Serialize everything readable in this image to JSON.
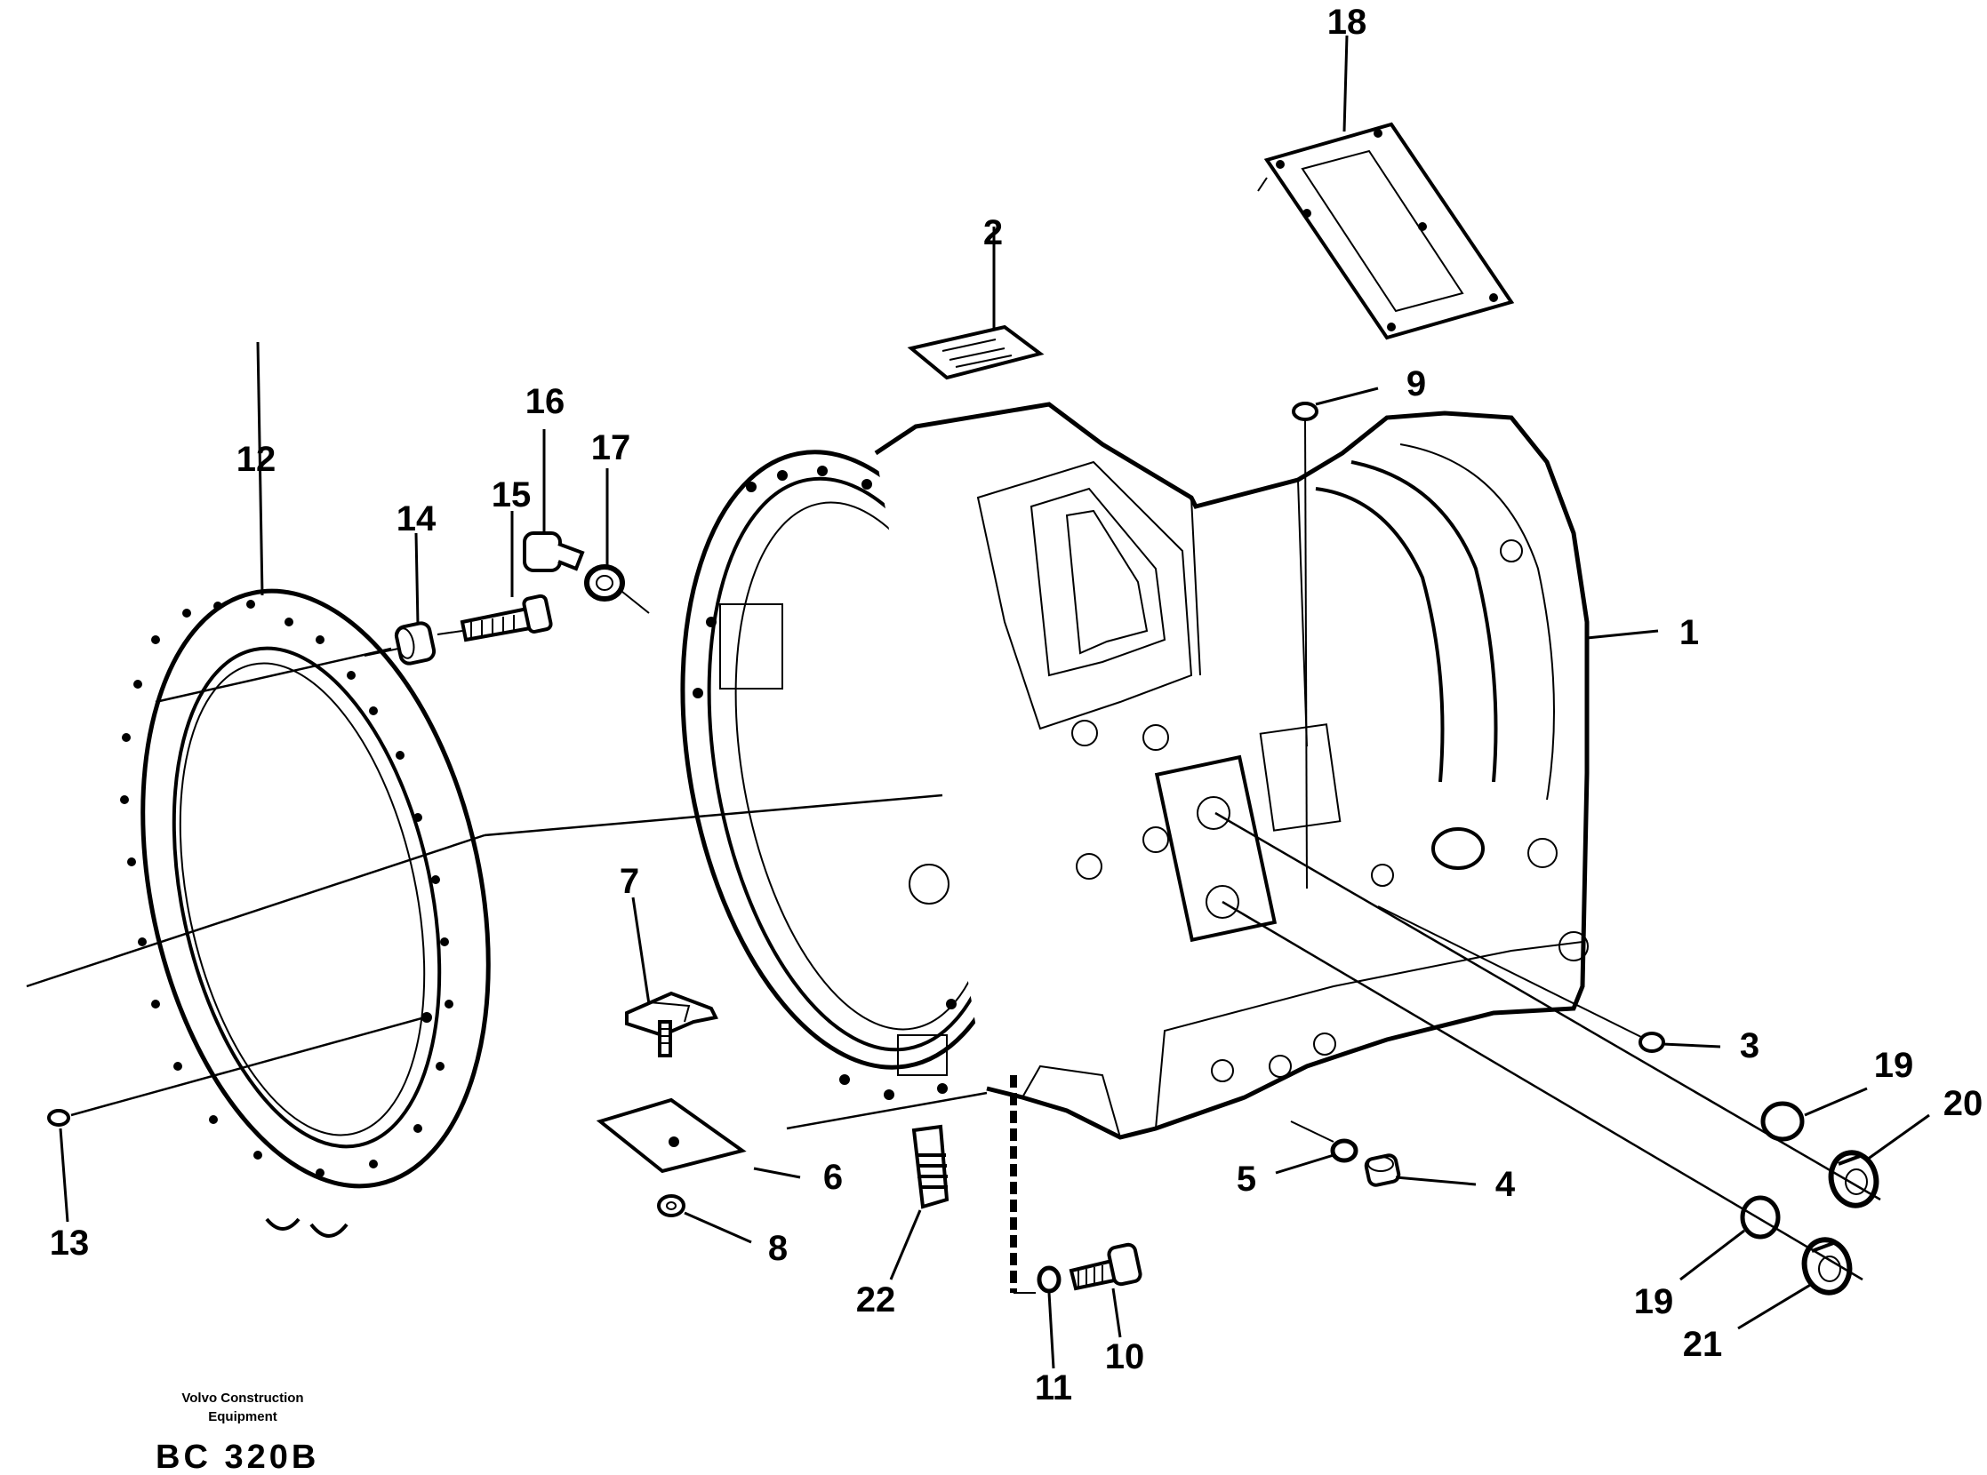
{
  "part_labels": {
    "p1": "1",
    "p2": "2",
    "p3": "3",
    "p4": "4",
    "p5": "5",
    "p6": "6",
    "p7": "7",
    "p8": "8",
    "p9": "9",
    "p10": "10",
    "p11": "11",
    "p12": "12",
    "p13": "13",
    "p14": "14",
    "p15": "15",
    "p16": "16",
    "p17": "17",
    "p18": "18",
    "p19a": "19",
    "p19b": "19",
    "p20": "20",
    "p21": "21",
    "p22": "22"
  },
  "footer": {
    "company_line1": "Volvo Construction",
    "company_line2": "Equipment",
    "code": "BC 320B"
  }
}
